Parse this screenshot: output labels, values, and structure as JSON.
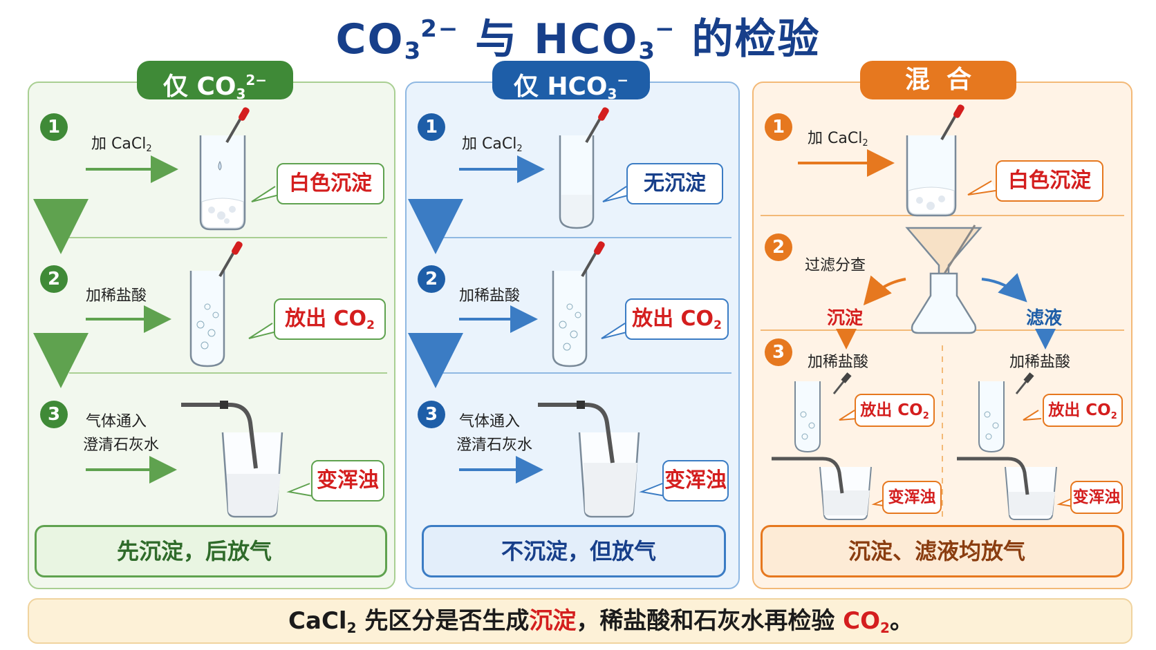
{
  "title": {
    "part1": "CO",
    "sub1": "3",
    "sup1": "2−",
    "mid": " 与 HCO",
    "sub2": "3",
    "sup2": "−",
    "end": " 的检验"
  },
  "colors": {
    "green": "#3f8a37",
    "blue": "#1e5ea8",
    "orange": "#e6781f",
    "red": "#d41e1e",
    "navy": "#173f8a"
  },
  "panels": [
    {
      "tab": {
        "text": "仅 CO",
        "sub": "3",
        "sup": "2−"
      },
      "steps": [
        {
          "num": "1",
          "label": "加 CaCl",
          "label_sub": "2",
          "result": "白色沉淀"
        },
        {
          "num": "2",
          "label": "加稀盐酸",
          "result": "放出 CO",
          "result_sub": "2"
        },
        {
          "num": "3",
          "label_line1": "气体通入",
          "label_line2": "澄清石灰水",
          "result": "变浑浊"
        }
      ],
      "conclusion": "先沉淀，后放气"
    },
    {
      "tab": {
        "text": "仅 HCO",
        "sub": "3",
        "sup": "−"
      },
      "steps": [
        {
          "num": "1",
          "label": "加 CaCl",
          "label_sub": "2",
          "result": "无沉淀"
        },
        {
          "num": "2",
          "label": "加稀盐酸",
          "result": "放出 CO",
          "result_sub": "2"
        },
        {
          "num": "3",
          "label_line1": "气体通入",
          "label_line2": "澄清石灰水",
          "result": "变浑浊"
        }
      ],
      "conclusion": "不沉淀，但放气"
    },
    {
      "tab": {
        "text": "混合"
      },
      "steps": [
        {
          "num": "1",
          "label": "加 CaCl",
          "label_sub": "2",
          "result": "白色沉淀"
        },
        {
          "num": "2",
          "label": "过滤分查",
          "left_branch": "沉淀",
          "right_branch": "滤液"
        },
        {
          "num": "3",
          "left_label": "加稀盐酸",
          "right_label": "加稀盐酸",
          "left_result": "放出 CO",
          "right_result": "放出 CO",
          "result_sub": "2",
          "left_lime": "变浑浊",
          "right_lime": "变浑浊"
        }
      ],
      "conclusion": "沉淀、滤液均放气"
    }
  ],
  "footer": {
    "part1": "CaCl",
    "sub1": "2",
    "part2": " 先区分是否生成",
    "highlight1": "沉淀",
    "part3": "，稀盐酸和石灰水再检验 ",
    "highlight2": "CO",
    "sub2": "2",
    "end": "。"
  },
  "icons": [
    "lightbulb-icon",
    "dropper-icon",
    "beaker-icon",
    "test-tube-icon",
    "funnel-icon",
    "flask-icon",
    "arrow-down-icon",
    "arrow-right-icon"
  ]
}
